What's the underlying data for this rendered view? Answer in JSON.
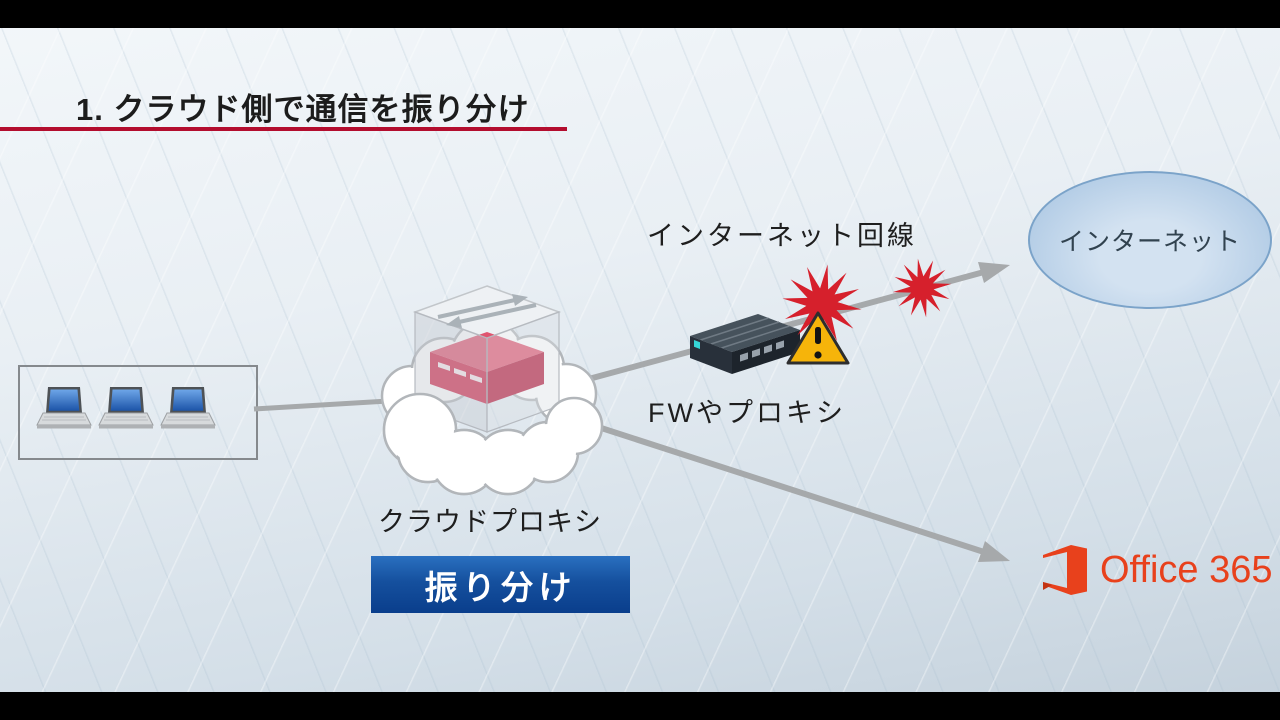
{
  "frame": {
    "letterbox_color": "#000000"
  },
  "title": "1. クラウド側で通信を振り分け",
  "diagram": {
    "clients": {
      "count": 3
    },
    "cloud_proxy_label": "クラウドプロキシ",
    "distribute_label": "振り分け",
    "internet_line_label": "インターネット回線",
    "fw_label": "FWやプロキシ",
    "internet_label": "インターネット",
    "office365_label": "Office 365"
  },
  "colors": {
    "title_text": "#1c1c1c",
    "title_underline": "#b30d2e",
    "distribute_bg": "#15509e",
    "office_orange": "#e8411c",
    "warning_yellow": "#f6b40a",
    "burst_red": "#d6202c",
    "arrow_gray": "#a6a9ab",
    "internet_ellipse_fill": "#b4cde6",
    "internet_ellipse_border": "#7ba3c9",
    "cloud_device_red": "#d2274a",
    "laptop_screen_blue": "#2f6fc4"
  }
}
